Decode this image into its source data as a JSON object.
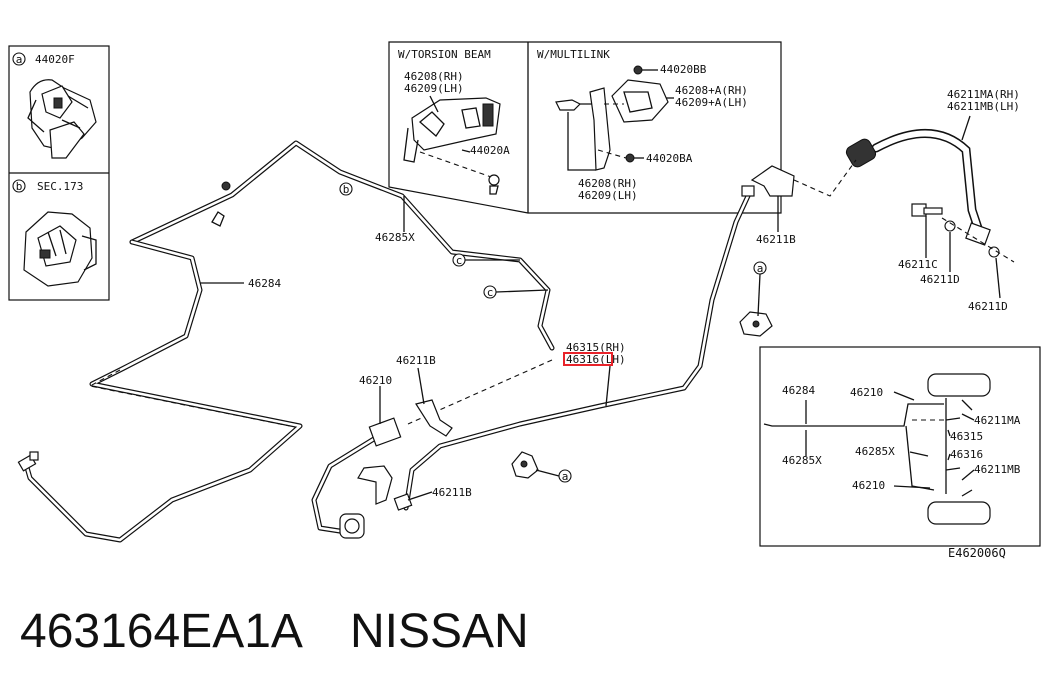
{
  "diagram_code": "E462006Q",
  "caption": {
    "part_number": "463164EA1A",
    "brand": "NISSAN"
  },
  "inset_left": {
    "a_marker": "a",
    "a_label": "44020F",
    "b_marker": "b",
    "b_label": "SEC.173"
  },
  "inset_top": {
    "torsion_title": "W/TORSION BEAM",
    "multilink_title": "W/MULTILINK",
    "t_46208": "46208(RH)",
    "t_46209": "46209(LH)",
    "t_44020A": "44020A",
    "m_44020BB": "44020BB",
    "m_46208A": "46208+A(RH)",
    "m_46209A": "46209+A(LH)",
    "m_44020BA": "44020BA",
    "m_46208": "46208(RH)",
    "m_46209": "46209(LH)"
  },
  "labels": {
    "l_46285X": "46285X",
    "l_46284": "46284",
    "l_46315": "46315(RH)",
    "l_46316": "46316(LH)",
    "l_46211B_a": "46211B",
    "l_46211B_b": "46211B",
    "l_46211B_c": "46211B",
    "l_46210": "46210",
    "l_46211MA": "46211MA(RH)",
    "l_46211MB": "46211MB(LH)",
    "l_46211C": "46211C",
    "l_46211D_a": "46211D",
    "l_46211D_b": "46211D",
    "m_a1": "a",
    "m_a2": "a",
    "m_b": "b",
    "m_c1": "c",
    "m_c2": "c"
  },
  "inset_bottom": {
    "b_46284": "46284",
    "b_46285X_left": "46285X",
    "b_46210_top": "46210",
    "b_46285X_mid": "46285X",
    "b_46210_bot": "46210",
    "b_46211MA": "46211MA",
    "b_46315": "46315",
    "b_46316": "46316",
    "b_46211MB": "46211MB"
  },
  "highlight_color": "#e8232a"
}
